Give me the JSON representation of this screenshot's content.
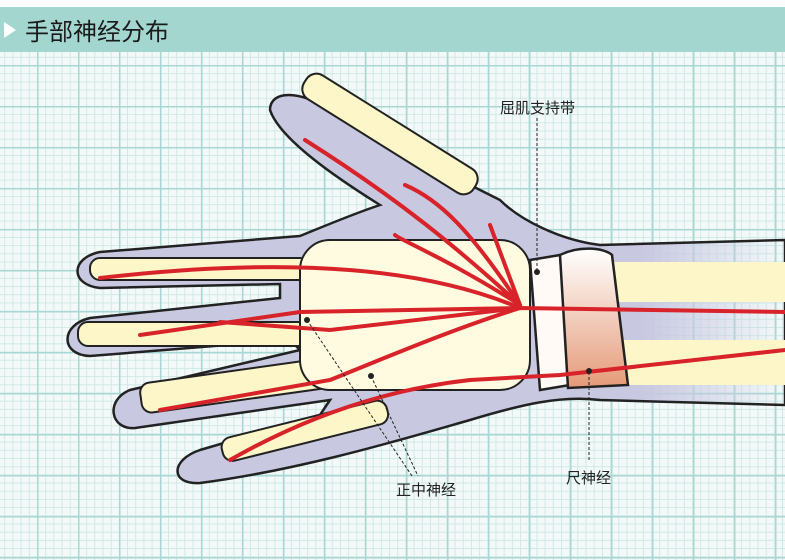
{
  "header": {
    "title": "手部神经分布"
  },
  "labels": {
    "retinaculum": "屈肌支持带",
    "ulnar": "尺神经",
    "median": "正中神经"
  },
  "colors": {
    "header": "#a3d6cf",
    "nerve": "#d8232a",
    "skin": "#c9c9e0",
    "bone": "#fdf6c8"
  }
}
